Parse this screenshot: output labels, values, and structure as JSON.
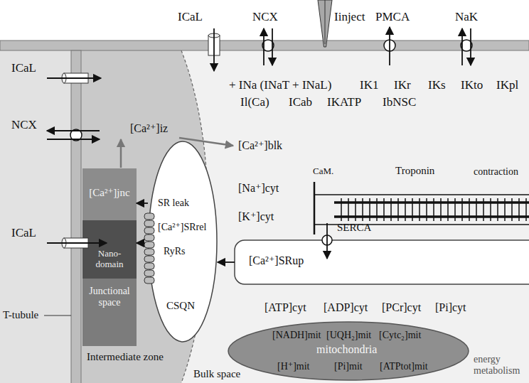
{
  "diagram": {
    "nodes": [
      {
        "text": [
          "T-tubule"
        ]
      },
      {
        "text": [
          "Bulk space"
        ]
      },
      {
        "text": [
          "Intermediate zone"
        ],
        "in": 1
      },
      {
        "text": [
          "[Ca²⁺]jnc"
        ],
        "in": 2
      },
      {
        "text": [
          "Nano-domain"
        ],
        "in": 2
      },
      {
        "text": [
          "Junctional space"
        ],
        "in": 2
      },
      {
        "text": [
          "SR leak",
          "[Ca²⁺]SRrel",
          "RyRs",
          "CSQN"
        ],
        "in": 2
      },
      {
        "text": [
          "[Ca²⁺]SRup"
        ],
        "in": 1
      },
      {
        "text": [
          "[NADH]mit",
          "[UQH₂]mit",
          "[Cytc₂]mit",
          "mitochondria",
          "[H⁺]mit",
          "[Pi]mit",
          "[ATPtot]mit"
        ],
        "in": 1
      }
    ],
    "edges": [
      {
        "from": 6,
        "to": 3,
        "arrow": "to"
      },
      {
        "from": 6,
        "to": 4,
        "arrow": "to"
      },
      {
        "from": 7,
        "to": 6,
        "arrow": "to"
      }
    ],
    "labels": [
      "ICaL",
      "NCX",
      "Iinject",
      "PMCA",
      "NaK",
      "ICaL",
      "NCX",
      "ICaL",
      "[Ca²⁺]iz",
      "[Ca²⁺]blk",
      "+ INa (INaT + INaL)",
      "IK1",
      "IKr",
      "IKs",
      "IKto",
      "IKpl",
      "Il(Ca)",
      "ICab",
      "IKATP",
      "IbNSC",
      "CaM.",
      "Troponin",
      "contraction",
      "[Na⁺]cyt",
      "[K⁺]cyt",
      "SERCA",
      "[ATP]cyt",
      "[ADP]cyt",
      "[PCr]cyt",
      "[Pi]cyt",
      "energy metabolism"
    ]
  }
}
